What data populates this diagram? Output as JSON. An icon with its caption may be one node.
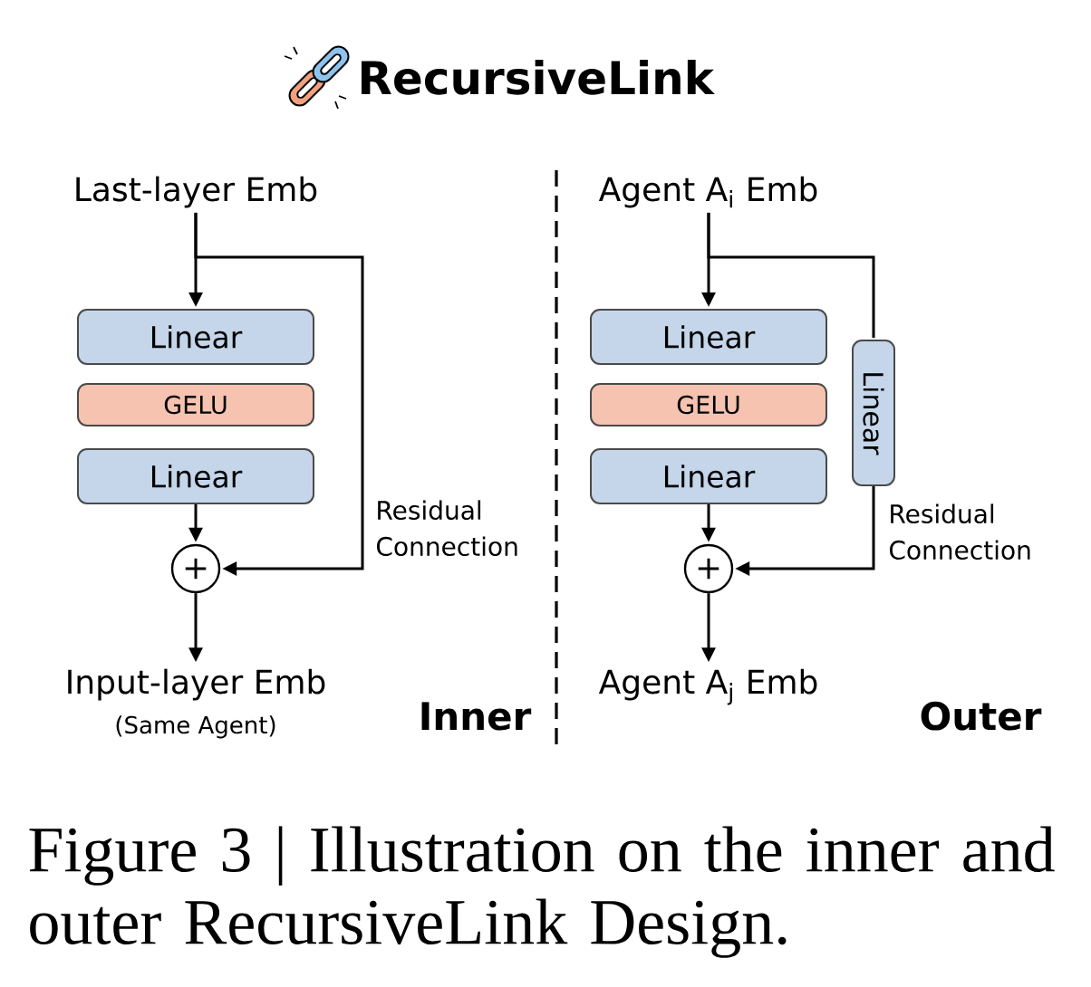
{
  "diagram": {
    "title": "RecursiveLink",
    "caption": "Figure 3 | Illustration on the inner and outer RecursiveLink Design.",
    "nodes": [
      {
        "text": [
          "Last-layer Emb"
        ]
      },
      {
        "text": [
          "Linear"
        ]
      },
      {
        "text": [
          "GELU"
        ]
      },
      {
        "text": [
          "Linear"
        ]
      },
      {
        "text": [
          "+"
        ]
      },
      {
        "text": [
          "Input-layer Emb",
          "(Same Agent)"
        ]
      },
      {
        "text": [
          "Agent A$_{i}$ Emb"
        ]
      },
      {
        "text": [
          "Linear"
        ]
      },
      {
        "text": [
          "GELU"
        ]
      },
      {
        "text": [
          "Linear"
        ]
      },
      {
        "text": [
          "Linear"
        ]
      },
      {
        "text": [
          "+"
        ]
      },
      {
        "text": [
          "Agent A$_{j}$ Emb"
        ]
      }
    ],
    "edges": [
      {
        "from": 0,
        "to": 1,
        "arrow": "to"
      },
      {
        "from": 3,
        "to": 4,
        "arrow": "to"
      },
      {
        "from": 0,
        "to": 4,
        "arrow": "to",
        "label": "Residual Connection"
      },
      {
        "from": 4,
        "to": 5,
        "arrow": "to"
      },
      {
        "from": 6,
        "to": 7,
        "arrow": "to"
      },
      {
        "from": 9,
        "to": 11,
        "arrow": "to"
      },
      {
        "from": 6,
        "to": 10,
        "arrow": "none"
      },
      {
        "from": 10,
        "to": 11,
        "arrow": "to",
        "label": "Residual Connection"
      },
      {
        "from": 11,
        "to": 12,
        "arrow": "to"
      }
    ],
    "labels": [
      "Inner",
      "Outer"
    ]
  }
}
